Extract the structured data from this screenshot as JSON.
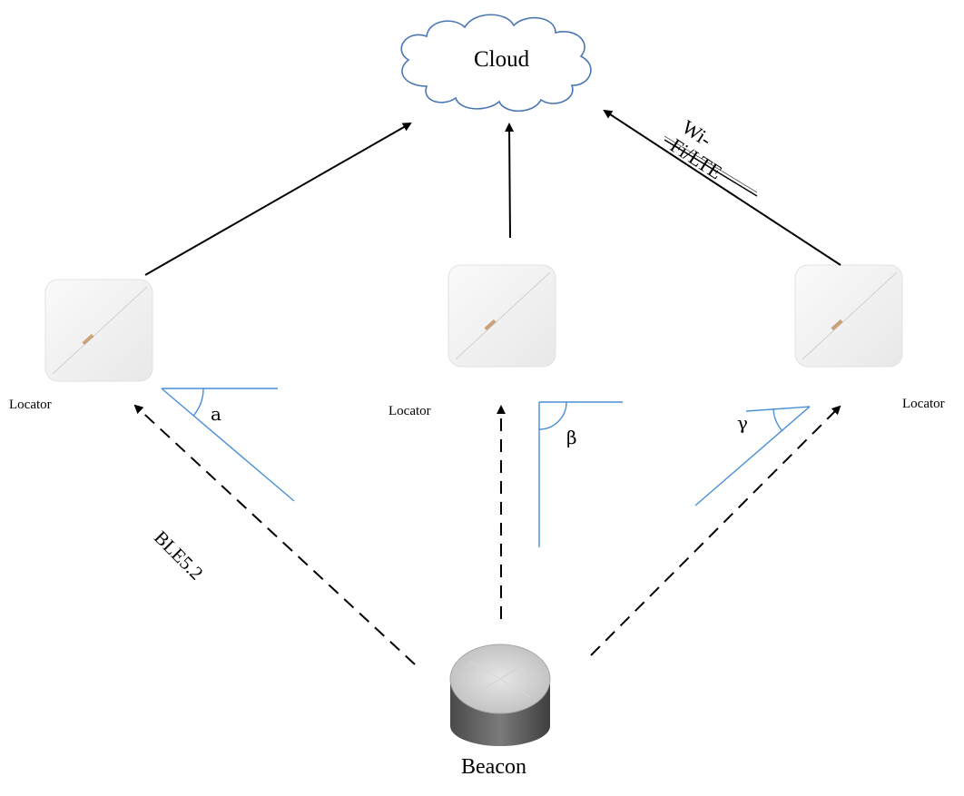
{
  "cloud": {
    "label": "Cloud"
  },
  "locators": [
    {
      "label": "Locator"
    },
    {
      "label": "Locator"
    },
    {
      "label": "Locator"
    }
  ],
  "beacon": {
    "label": "Beacon"
  },
  "links": {
    "ble": "BLE5.2",
    "wifi": "Wi-\nFi/LTE"
  },
  "angles": {
    "left": "a",
    "middle": "β",
    "right": "γ"
  },
  "colors": {
    "cloud_stroke": "#4a76b3",
    "angle_lines": "#4a8fd6",
    "arrows": "#000000"
  }
}
